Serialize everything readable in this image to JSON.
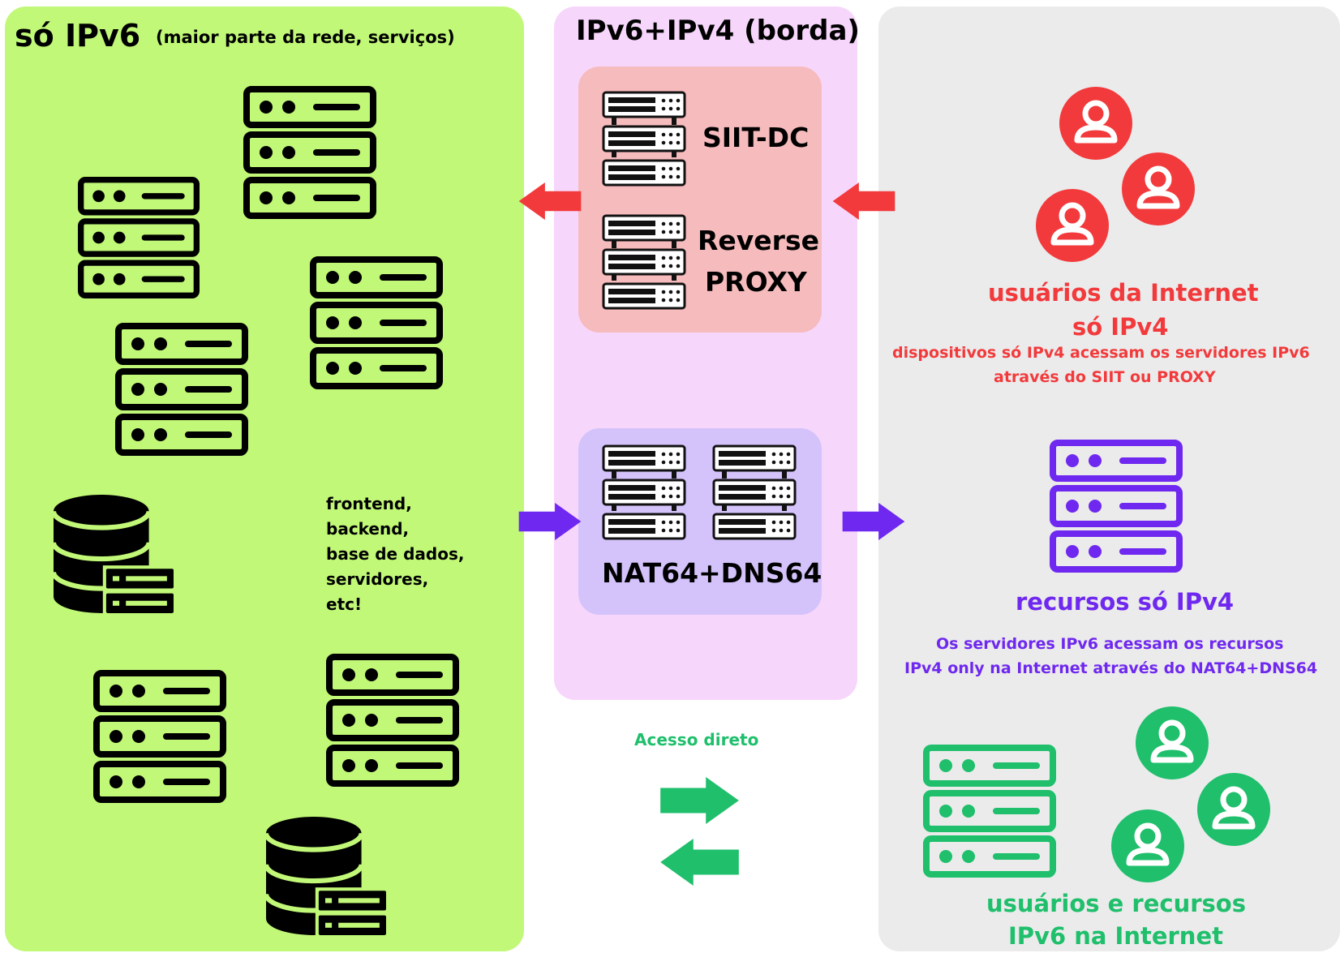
{
  "left": {
    "title": "só IPv6",
    "subtitle": "(maior parte da rede, serviços)",
    "services": [
      "frontend,",
      "backend,",
      "base de dados,",
      "servidores,",
      "etc!"
    ]
  },
  "edge": {
    "title": "IPv6+IPv4 (borda)",
    "siit": "SIIT-DC",
    "proxy_line1": "Reverse",
    "proxy_line2": "PROXY",
    "nat": "NAT64+DNS64"
  },
  "direct_access": "Acesso direto",
  "internet_users": {
    "title_line1": "usuários da Internet",
    "title_line2": "só IPv4",
    "desc_line1": "dispositivos só IPv4 acessam os servidores IPv6",
    "desc_line2": "através do SIIT ou PROXY"
  },
  "ipv4_resources": {
    "title": "recursos só IPv4",
    "desc_line1": "Os servidores IPv6 acessam os recursos",
    "desc_line2": "IPv4 only na Internet através do NAT64+DNS64"
  },
  "ipv6_internet": {
    "title_line1": "usuários e recursos",
    "title_line2": "IPv6 na Internet"
  },
  "colors": {
    "left_bg": "#c1f877",
    "edge_bg": "#f7d6fb",
    "right_bg": "#ebebeb",
    "siit_box": "#f6bbbd",
    "nat_box": "#d4c3fb",
    "red": "#f23a3c",
    "purple": "#6f28ef",
    "green": "#1fbf6c"
  }
}
